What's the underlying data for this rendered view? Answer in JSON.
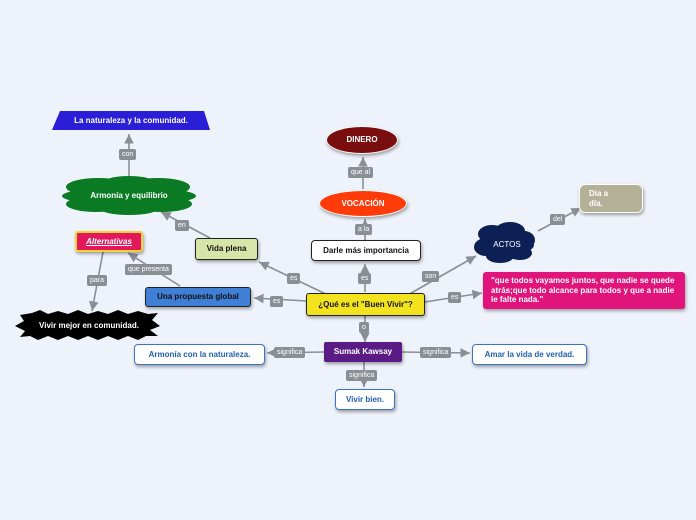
{
  "nodes": {
    "central": "¿Qué es el \"Buen Vivir\"?",
    "darle": "Darle más importancia",
    "vocacion": "VOCACIÓN",
    "dinero": "DINERO",
    "vida_plena": "Vida plena",
    "armonia_equilibrio": "Armonía y equilibrio",
    "naturaleza_comunidad": "La naturaleza y la comunidad.",
    "propuesta": "Una propuesta global",
    "alternativas": "Alternativas",
    "vivir_mejor": "Vivir mejor en comunidad.",
    "actos": "ACTOS",
    "dia_a_dia": "Día a día.",
    "quote": "\"que todos vayamos juntos, que nadie se quede atrás;que todo alcance para todos y que a nadie le falte nada.\"",
    "sumak": "Sumak Kawsay",
    "armonia_naturaleza": "Armonía con la naturaleza.",
    "amar_vida": "Amar la vida de verdad.",
    "vivir_bien": "Vivir bien."
  },
  "labels": {
    "es_darle": "es",
    "a_la": "a la",
    "que_al": "que al",
    "es_vida": "es",
    "en": "en",
    "con": "con",
    "es_propuesta": "es",
    "que_presenta": "que presenta",
    "para": "para",
    "son": "son",
    "del": "del",
    "es_quote": "es",
    "o": "o",
    "significa_left": "significa",
    "significa_right": "significa",
    "significa_down": "significa"
  },
  "colors": {
    "background": "#eef2fa",
    "connector": "#8a8f96",
    "central": "#f3e31e",
    "dinero": "#7a0e0e",
    "vocacion": "#ff3b0a",
    "vida_plena": "#d6e5a8",
    "armonia_equilibrio": "#0b7a24",
    "naturaleza_comunidad": "#2a1fd6",
    "propuesta": "#3f7fd6",
    "alternativas": "#e3185a",
    "vivir_mejor": "#000000",
    "actos": "#0c2055",
    "dia_a_dia": "#b4b199",
    "quote": "#e0147a",
    "sumak": "#5a1b86",
    "outline_blue": "#3a73c6"
  }
}
